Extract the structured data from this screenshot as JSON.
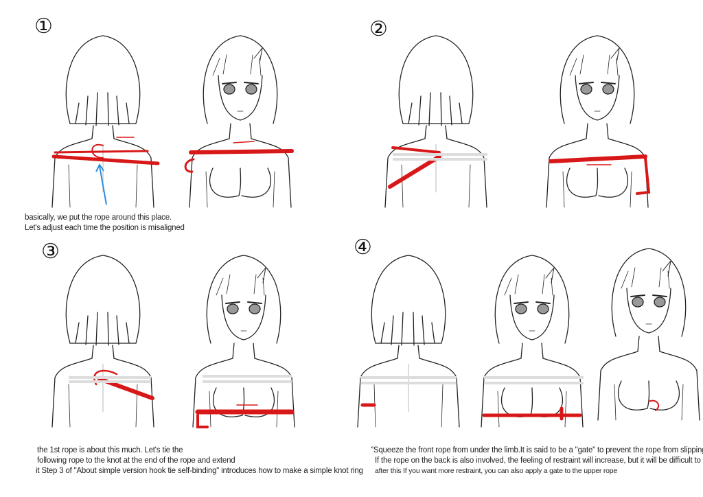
{
  "steps": [
    {
      "number": "①",
      "captions": [
        "basically, we put the rope around this place.",
        "Let's adjust each time the position is misaligned"
      ]
    },
    {
      "number": "②",
      "captions": []
    },
    {
      "number": "③",
      "captions": [
        "the 1st rope is about this much. Let's tie the",
        "following rope to the knot at the end of the rope and extend",
        "it Step 3 of \"About simple version hook tie self-binding\" introduces how to make a simple knot ring"
      ]
    },
    {
      "number": "④",
      "captions": [
        "\"Squeeze the front rope from under the limb.It is said to be a \"gate\" to prevent the rope from slipping",
        "If the rope on the back is also involved, the feeling of restraint will increase, but it will be difficult to move",
        "after this If you want more restraint, you can also apply a gate to the upper rope"
      ]
    }
  ],
  "colors": {
    "rope": "#d81818",
    "arrow_blue": "#2a8de0",
    "line": "#222222"
  }
}
